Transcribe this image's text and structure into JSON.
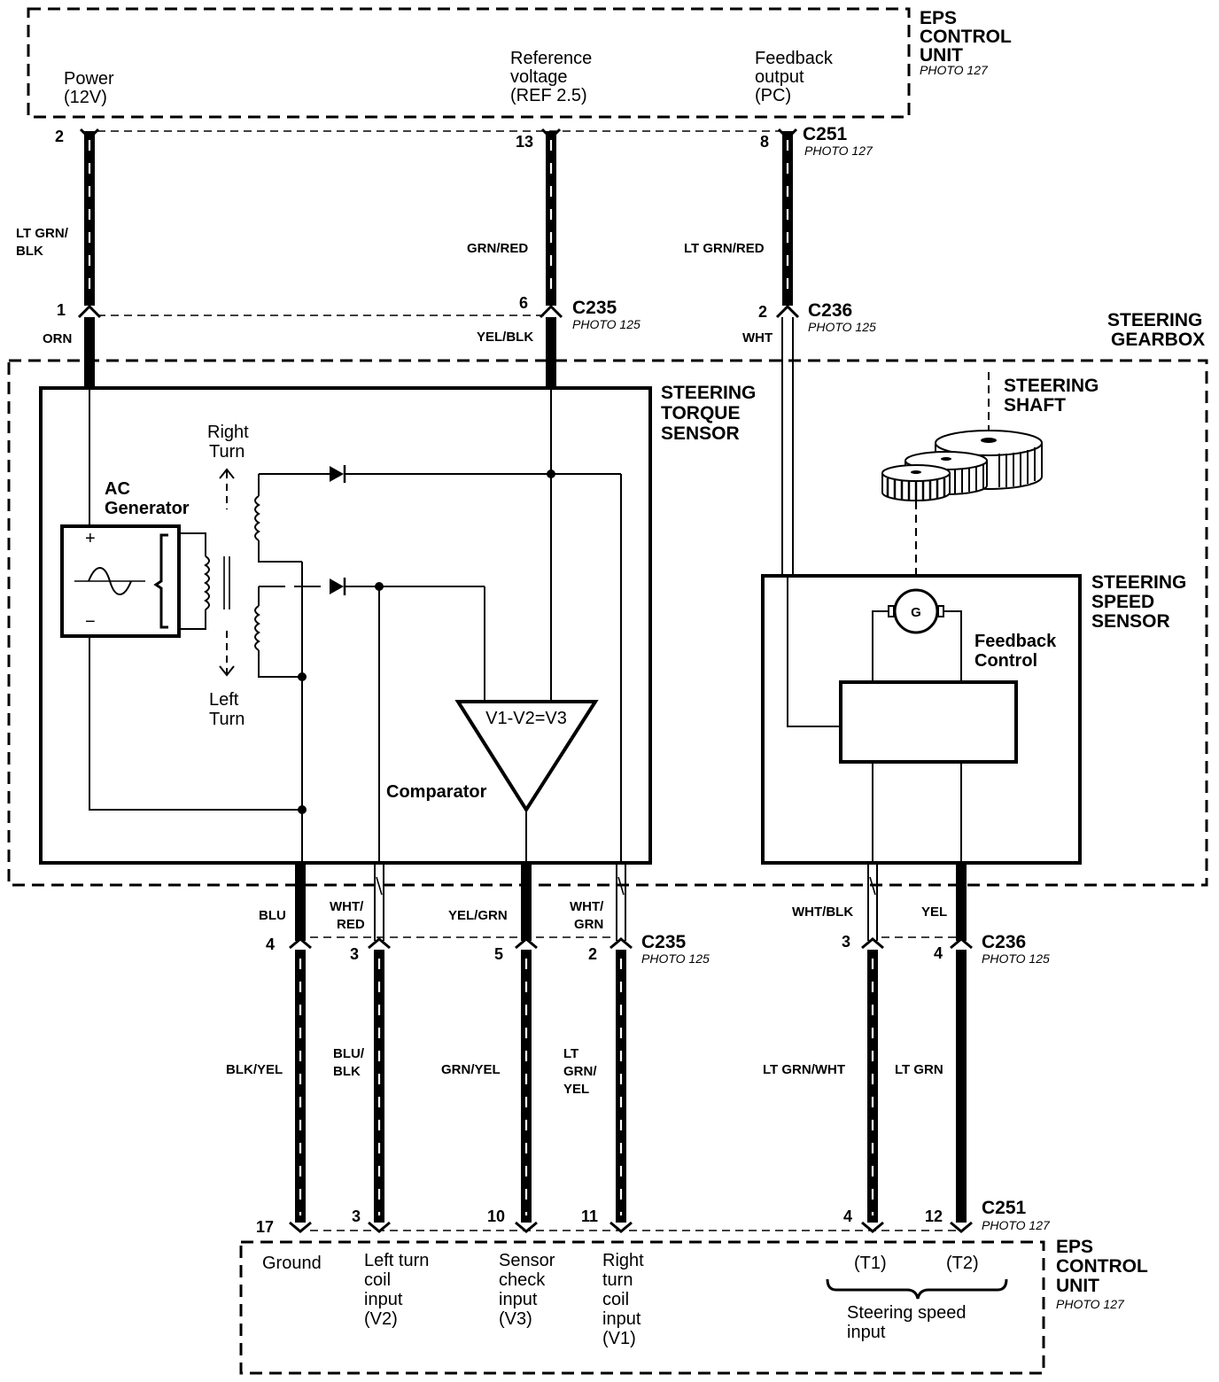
{
  "top_unit": {
    "title_lines": [
      "EPS",
      "CONTROL",
      "UNIT"
    ],
    "photo": "PHOTO 127",
    "inputs": [
      {
        "lines": [
          "Power",
          "(12V)"
        ]
      },
      {
        "lines": [
          "Reference",
          "voltage",
          "(REF 2.5)"
        ]
      },
      {
        "lines": [
          "Feedback",
          "output",
          "(PC)"
        ]
      }
    ]
  },
  "top_connector": {
    "name": "C251",
    "photo": "PHOTO 127",
    "pins": [
      "2",
      "13",
      "8"
    ]
  },
  "top_wires": [
    {
      "color_lines": [
        "LT GRN/",
        "BLK"
      ]
    },
    {
      "color_lines": [
        "GRN/RED"
      ]
    },
    {
      "color_lines": [
        "LT GRN/RED"
      ]
    }
  ],
  "mid_connectors": [
    {
      "pin": "1",
      "wire_below": "ORN"
    },
    {
      "pin": "6",
      "name": "C235",
      "photo": "PHOTO 125",
      "wire_below": "YEL/BLK"
    },
    {
      "pin": "2",
      "name": "C236",
      "photo": "PHOTO 125",
      "wire_below": "WHT"
    }
  ],
  "gearbox": {
    "title_lines": [
      "STEERING",
      "GEARBOX"
    ]
  },
  "torque_sensor": {
    "title_lines": [
      "STEERING",
      "TORQUE",
      "SENSOR"
    ],
    "ac_generator_lines": [
      "AC",
      "Generator"
    ],
    "plus": "+",
    "minus": "−",
    "right_turn_lines": [
      "Right",
      "Turn"
    ],
    "left_turn_lines": [
      "Left",
      "Turn"
    ],
    "comparator_formula": "V1-V2=V3",
    "comparator_label": "Comparator"
  },
  "steering_shaft": {
    "title_lines": [
      "STEERING",
      "SHAFT"
    ]
  },
  "speed_sensor": {
    "title_lines": [
      "STEERING",
      "SPEED",
      "SENSOR"
    ],
    "generator": "G",
    "feedback_lines": [
      "Feedback",
      "Control"
    ]
  },
  "lower_wires_upper": [
    {
      "color_lines": [
        "BLU"
      ]
    },
    {
      "color_lines": [
        "WHT/",
        "RED"
      ]
    },
    {
      "color_lines": [
        "YEL/GRN"
      ]
    },
    {
      "color_lines": [
        "WHT/",
        "GRN"
      ]
    },
    {
      "color_lines": [
        "WHT/BLK"
      ]
    },
    {
      "color_lines": [
        "YEL"
      ]
    }
  ],
  "lower_connectors": [
    {
      "name": "C235",
      "photo": "PHOTO 125",
      "pins": [
        "4",
        "3",
        "5",
        "2"
      ]
    },
    {
      "name": "C236",
      "photo": "PHOTO 125",
      "pins": [
        "3",
        "4"
      ]
    }
  ],
  "lower_wires_lower": [
    {
      "color_lines": [
        "BLK/YEL"
      ]
    },
    {
      "color_lines": [
        "BLU/",
        "BLK"
      ]
    },
    {
      "color_lines": [
        "GRN/YEL"
      ]
    },
    {
      "color_lines": [
        "LT",
        "GRN/",
        "YEL"
      ]
    },
    {
      "color_lines": [
        "LT GRN/WHT"
      ]
    },
    {
      "color_lines": [
        "LT GRN"
      ]
    }
  ],
  "bottom_connector": {
    "name": "C251",
    "photo": "PHOTO 127",
    "pins": [
      "17",
      "3",
      "10",
      "11",
      "4",
      "12"
    ]
  },
  "bottom_unit": {
    "title_lines": [
      "EPS",
      "CONTROL",
      "UNIT"
    ],
    "photo": "PHOTO 127",
    "inputs": [
      {
        "lines": [
          "Ground"
        ]
      },
      {
        "lines": [
          "Left turn",
          "coil",
          "input",
          "(V2)"
        ]
      },
      {
        "lines": [
          "Sensor",
          "check",
          "input",
          "(V3)"
        ]
      },
      {
        "lines": [
          "Right",
          "turn",
          "coil",
          "input",
          "(V1)"
        ]
      },
      {
        "lines": [
          "(T1)"
        ]
      },
      {
        "lines": [
          "(T2)"
        ]
      }
    ],
    "speed_input_lines": [
      "Steering speed",
      "input"
    ]
  }
}
